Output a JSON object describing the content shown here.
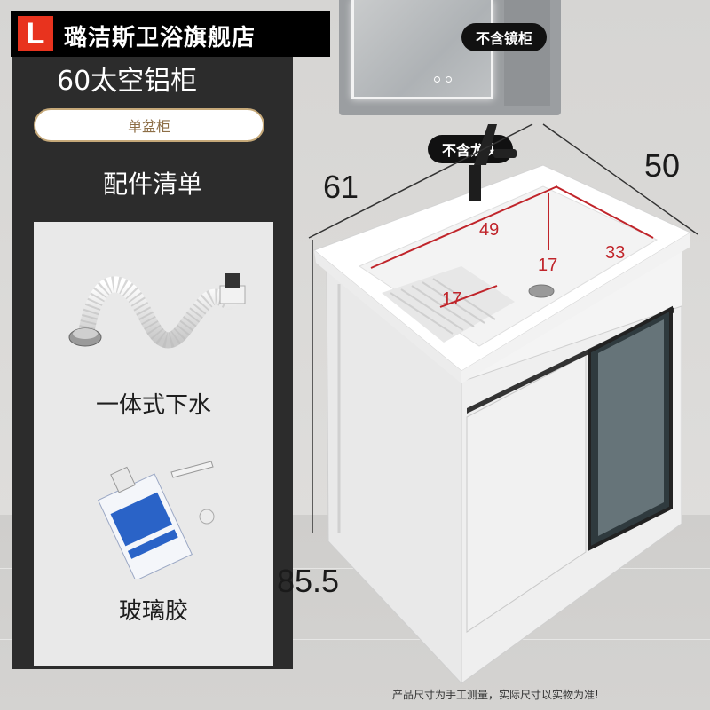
{
  "brand": {
    "logo_letter": "L",
    "name": "璐洁斯卫浴旗舰店"
  },
  "product": {
    "title": "60太空铝柜",
    "variant": "单盆柜"
  },
  "accessories": {
    "title": "配件清单",
    "items": [
      {
        "label": "一体式下水",
        "icon": "drain-pipe-icon"
      },
      {
        "label": "玻璃胶",
        "icon": "glass-glue-icon"
      }
    ]
  },
  "badges": {
    "mirror": "不含镜柜",
    "faucet": "不含龙头"
  },
  "dimensions": {
    "width": "61",
    "depth": "50",
    "height": "85.5",
    "basin_width": "49",
    "basin_depth": "33",
    "basin_height": "17",
    "washboard": "17"
  },
  "footnote": "产品尺寸为手工测量，实际尺寸以实物为准!",
  "colors": {
    "brand_red": "#e8331e",
    "dimension_red": "#c0242a",
    "panel": "#2c2c2c",
    "gold": "#c6a979"
  }
}
